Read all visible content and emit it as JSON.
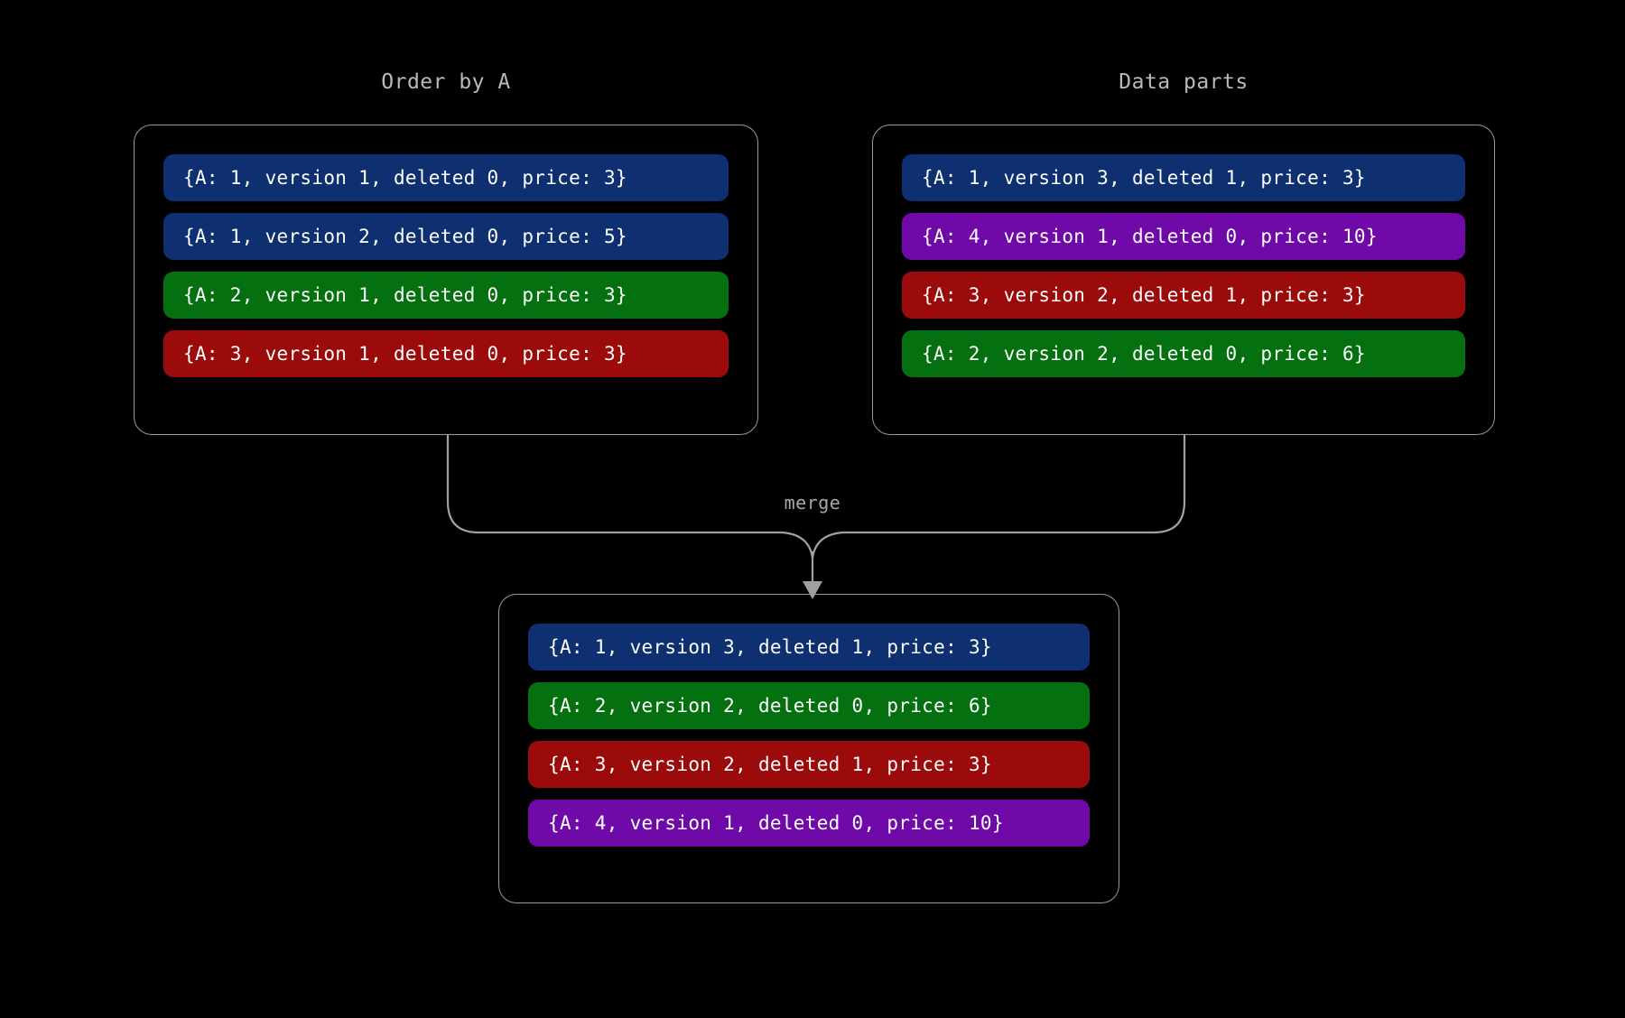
{
  "background": "#000000",
  "palette": {
    "blue": "#0e2f70",
    "green": "#04700f",
    "red": "#9c0b0b",
    "purple": "#6f0aa9",
    "panel_border": "#9a9a9a",
    "connector": "#a0a0a0",
    "title_text": "#b9b9b9",
    "row_text": "#ffffff"
  },
  "diagram": {
    "merge_label": "merge",
    "panels": {
      "order_by": {
        "title": "Order by A",
        "rows": [
          {
            "text": "{A: 1, version 1, deleted 0, price: 3}",
            "color": "blue"
          },
          {
            "text": "{A: 1, version 2, deleted 0, price: 5}",
            "color": "blue"
          },
          {
            "text": "{A: 2, version 1, deleted 0, price: 3}",
            "color": "green"
          },
          {
            "text": "{A: 3, version 1, deleted 0, price: 3}",
            "color": "red"
          }
        ]
      },
      "data_parts": {
        "title": "Data parts",
        "rows": [
          {
            "text": "{A: 1, version 3, deleted 1, price: 3}",
            "color": "blue"
          },
          {
            "text": "{A: 4, version 1, deleted 0, price: 10}",
            "color": "purple"
          },
          {
            "text": "{A: 3, version 2, deleted 1, price: 3}",
            "color": "red"
          },
          {
            "text": "{A: 2, version 2, deleted 0, price: 6}",
            "color": "green"
          }
        ]
      },
      "merged": {
        "title": "",
        "rows": [
          {
            "text": "{A: 1, version 3, deleted 1, price: 3}",
            "color": "blue"
          },
          {
            "text": "{A: 2, version 2, deleted 0, price: 6}",
            "color": "green"
          },
          {
            "text": "{A: 3, version 2, deleted 1, price: 3}",
            "color": "red"
          },
          {
            "text": "{A: 4, version 1, deleted 0, price: 10}",
            "color": "purple"
          }
        ]
      }
    }
  }
}
